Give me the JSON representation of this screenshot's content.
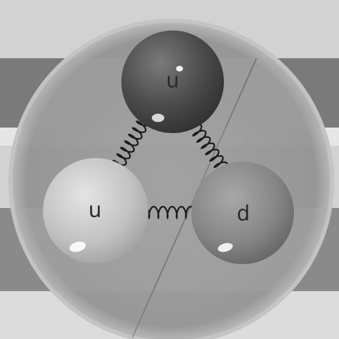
{
  "diagram": {
    "quarks": [
      {
        "id": "top",
        "label": "u",
        "tone": "dark"
      },
      {
        "id": "left",
        "label": "u",
        "tone": "light"
      },
      {
        "id": "right",
        "label": "d",
        "tone": "medium"
      }
    ],
    "colors": {
      "background": "#cfcfcf",
      "band_dark": "#6e6e6e",
      "band_light": "#e2e2e2",
      "sphere_fill": "#8e8e8e",
      "quark_dark": "#4a4a4a",
      "quark_light": "#c9c9c9",
      "quark_medium": "#8a8a8a",
      "spring": "#1a1a1a"
    }
  }
}
